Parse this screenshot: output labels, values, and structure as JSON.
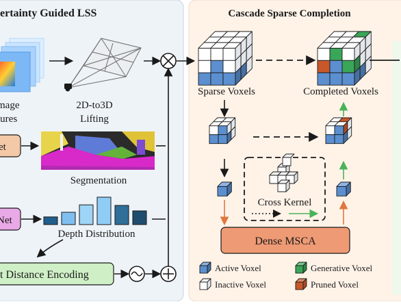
{
  "left_panel": {
    "title": "ertainty Guided LSS",
    "image_features_label": [
      "mage",
      "tures"
    ],
    "lifting_label": [
      "2D-to3D",
      "Lifting"
    ],
    "seg_net_label": "et",
    "segmentation_label": "Segmentation",
    "depth_net_label": "Net",
    "depth_distribution_label": "Depth Distribution",
    "encoding_label": "t Distance Encoding",
    "depth_bars": [
      0.28,
      0.45,
      0.72,
      1.0,
      0.7,
      0.5
    ]
  },
  "right_panel": {
    "title": "Cascade Sparse Completion",
    "sparse_voxels_label": "Sparse Voxels",
    "completed_voxels_label": "Completed Voxels",
    "cross_kernel_label": "Cross Kernel",
    "dense_msca_label": "Dense MSCA",
    "legend": {
      "active": "Active Voxel",
      "inactive": "Inactive Voxel",
      "generative": "Generative Voxel",
      "pruned": "Pruned Voxel"
    }
  },
  "operators": {
    "multiply": "⊗",
    "add": "⊕",
    "sinusoid": "∼"
  },
  "colors": {
    "left_bg": "#eef3f8",
    "right_bg": "#fff3e8",
    "active": "#5b8fd0",
    "inactive": "#ffffff",
    "generative": "#3aa65a",
    "pruned": "#c7582a",
    "msca": "#ee9a74",
    "encoding": "#cfefc6",
    "seg_net": "#f4c9a8",
    "depth_net": "#e9a9e6"
  }
}
